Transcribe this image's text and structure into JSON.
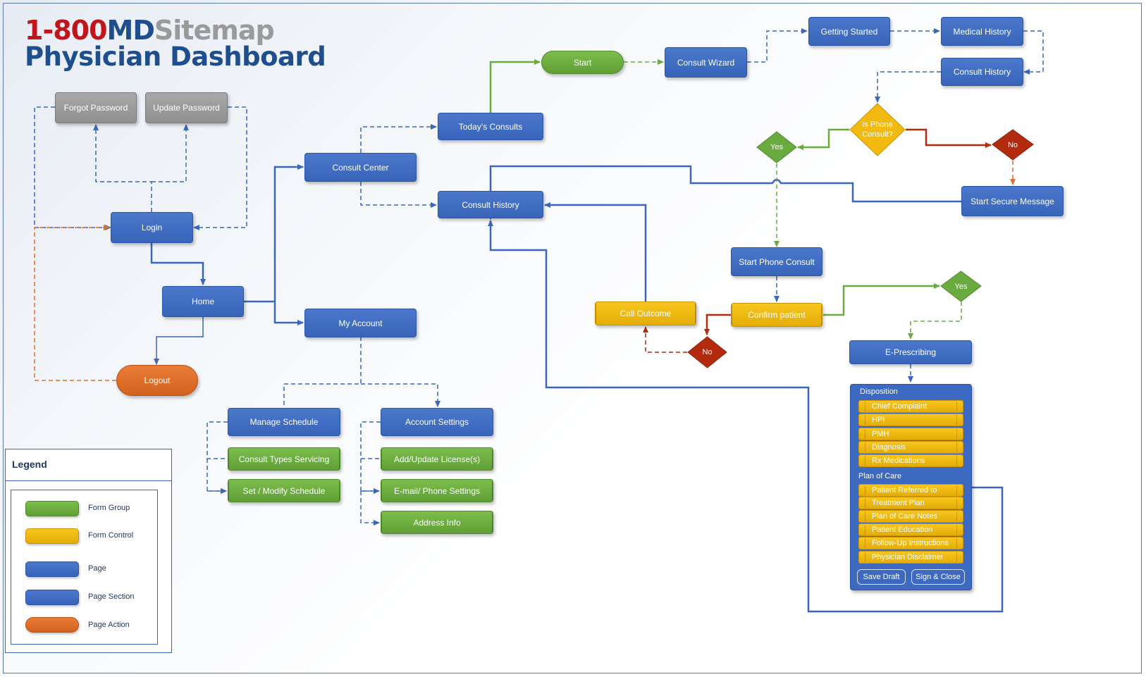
{
  "title": {
    "brand_red": "1-800",
    "brand_blue": "MD",
    "brand_gray": "Sitemap",
    "subtitle": "Physician Dashboard"
  },
  "nodes": {
    "forgot_password": "Forgot Password",
    "update_password": "Update Password",
    "login": "Login",
    "home": "Home",
    "logout": "Logout",
    "consult_center": "Consult Center",
    "todays_consults": "Today’s Consults",
    "consult_history": "Consult History",
    "my_account": "My Account",
    "manage_schedule": "Manage Schedule",
    "consult_types_servicing": "Consult Types Servicing",
    "set_modify_schedule": "Set / Modify Schedule",
    "account_settings": "Account Settings",
    "add_update_license": "Add/Update License(s)",
    "email_phone_settings": "E-mail/ Phone Settings",
    "address_info": "Address Info",
    "start": "Start",
    "consult_wizard": "Consult Wizard",
    "getting_started": "Getting Started",
    "medical_history": "Medical History",
    "wizard_consult_history": "Consult History",
    "is_phone_consult": "Is Phone Consult?",
    "yes": "Yes",
    "no": "No",
    "start_secure_message": "Start Secure Message",
    "start_phone_consult": "Start Phone Consult",
    "confirm_patient": "Confirm patient",
    "call_outcome": "Call Outcome",
    "e_prescribing": "E-Prescribing"
  },
  "disposition": {
    "label": "Disposition",
    "fields": [
      "Chief Complaint",
      "HPI",
      "PMH",
      "Diagnosis",
      "Rx Medications"
    ],
    "plan_label": "Plan of Care",
    "plan_fields": [
      "Patient Referred to",
      "Treatment Plan",
      "Plan of Care Notes",
      "Patient Education",
      "Follow-Up Instructions",
      "Physician Disclaimer"
    ],
    "save_draft": "Save Draft",
    "sign_close": "Sign & Close"
  },
  "legend": {
    "title": "Legend",
    "items": [
      "Form Group",
      "Form Control",
      "Page",
      "Page Section",
      "Page Action"
    ]
  },
  "colors": {
    "page": "#3a66bd",
    "form_group": "#6aab3f",
    "form_control": "#f2b90f",
    "page_action": "#dd6e28",
    "decision_no": "#b22b0f",
    "link_gray": "#999999"
  }
}
